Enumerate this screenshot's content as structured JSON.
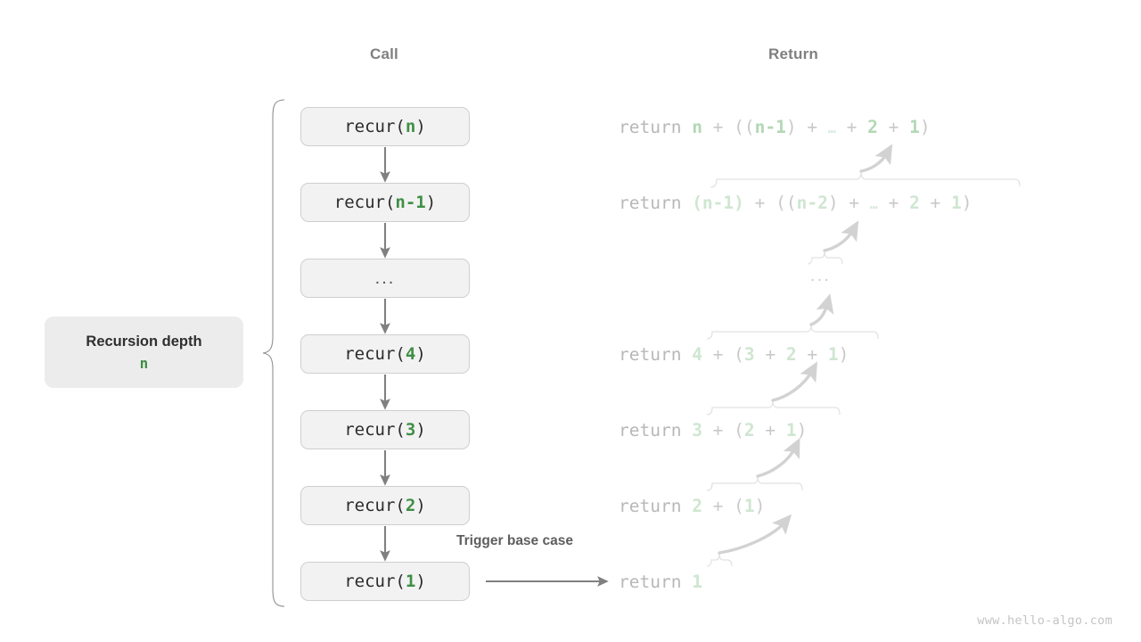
{
  "headers": {
    "call": "Call",
    "return": "Return"
  },
  "depth": {
    "title": "Recursion depth",
    "value": "n"
  },
  "trigger": {
    "label": "Trigger base case"
  },
  "watermark": "www.hello-algo.com",
  "colors": {
    "accent_green": "#3f8f45",
    "faded_green": "#b2d8b4",
    "box_fill": "#f2f2f2",
    "box_border": "#cfcfcf",
    "arrow_gray": "#808080",
    "faded_gray": "#c9c9c9",
    "title_gray": "#808080"
  },
  "call_stack": [
    {
      "prefix": "recur(",
      "arg": "n",
      "suffix": ")",
      "ellipsis": false
    },
    {
      "prefix": "recur(",
      "arg": "n-1",
      "suffix": ")",
      "ellipsis": false
    },
    {
      "prefix": "",
      "arg": "",
      "suffix": "",
      "ellipsis": true,
      "text": "..."
    },
    {
      "prefix": "recur(",
      "arg": "4",
      "suffix": ")",
      "ellipsis": false
    },
    {
      "prefix": "recur(",
      "arg": "3",
      "suffix": ")",
      "ellipsis": false
    },
    {
      "prefix": "recur(",
      "arg": "2",
      "suffix": ")",
      "ellipsis": false
    },
    {
      "prefix": "recur(",
      "arg": "1",
      "suffix": ")",
      "ellipsis": false
    }
  ],
  "returns": [
    {
      "keyword": "return ",
      "expr": "n + ((n-1) + … + 2 + 1)"
    },
    {
      "keyword": "return ",
      "expr": "(n-1) + ((n-2) + … + 2 + 1)"
    },
    {
      "keyword": "",
      "expr": "..."
    },
    {
      "keyword": "return ",
      "expr": "4 + (3 + 2 + 1)"
    },
    {
      "keyword": "return ",
      "expr": "3 + (2 + 1)"
    },
    {
      "keyword": "return ",
      "expr": "2 + (1)"
    },
    {
      "keyword": "return ",
      "expr": "1"
    }
  ],
  "chart_data": {
    "type": "diagram",
    "title": "Recursion call and return flow",
    "columns": [
      "Call",
      "Return"
    ],
    "rows": [
      {
        "call": "recur(n)",
        "return": "return n + ((n-1) + … + 2 + 1)"
      },
      {
        "call": "recur(n-1)",
        "return": "return (n-1) + ((n-2) + … + 2 + 1)"
      },
      {
        "call": "...",
        "return": "..."
      },
      {
        "call": "recur(4)",
        "return": "return 4 + (3 + 2 + 1)"
      },
      {
        "call": "recur(3)",
        "return": "return 3 + (2 + 1)"
      },
      {
        "call": "recur(2)",
        "return": "return 2 + (1)"
      },
      {
        "call": "recur(1)",
        "return": "return 1"
      }
    ],
    "annotations": [
      "Recursion depth n",
      "Trigger base case"
    ]
  }
}
